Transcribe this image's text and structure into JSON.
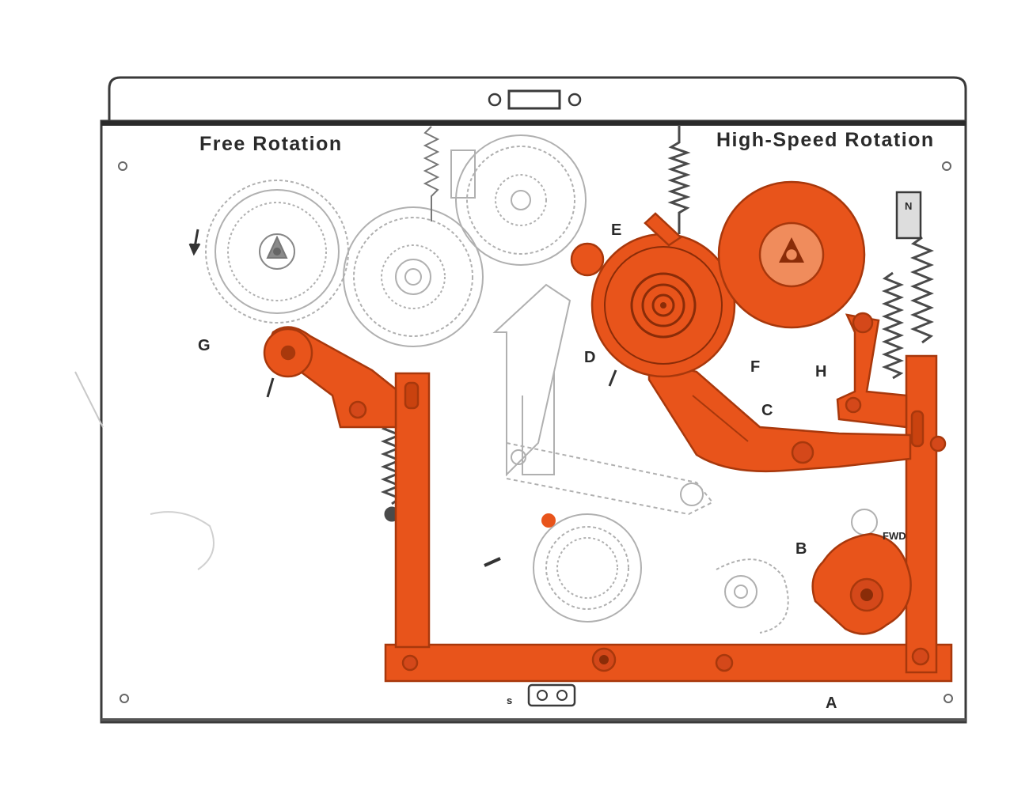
{
  "titles": {
    "free_rotation": "Free Rotation",
    "high_speed_rotation": "High-Speed Rotation"
  },
  "labels": {
    "a": "A",
    "b": "B",
    "c": "C",
    "d": "D",
    "e": "E",
    "f": "F",
    "g": "G",
    "h": "H",
    "fwd": "FWD",
    "n": "N",
    "s": "s"
  },
  "colors": {
    "highlight": "#e8541b",
    "highlight_dark": "#b63e0e",
    "line": "#3a3a3a",
    "ghost": "#b8b8b8"
  }
}
